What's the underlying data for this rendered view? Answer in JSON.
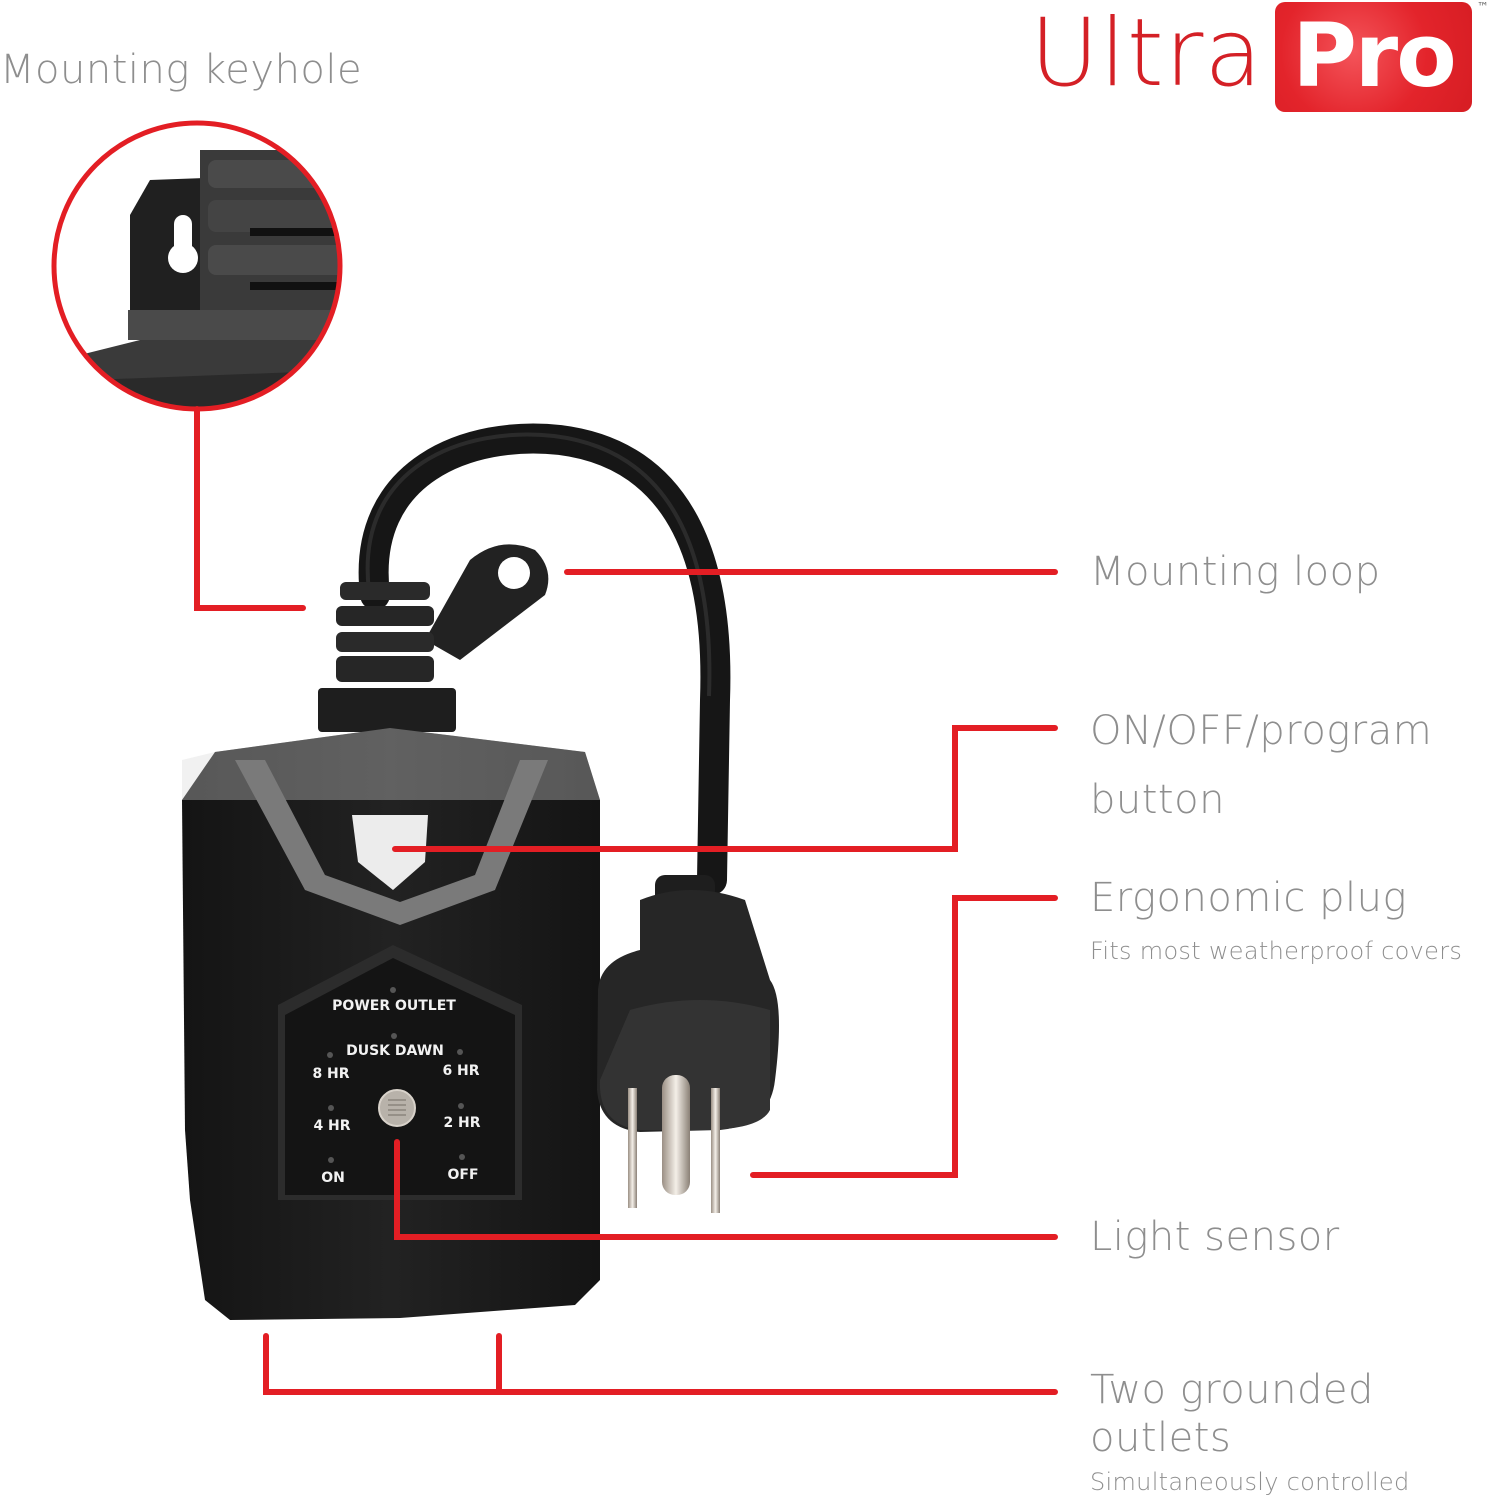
{
  "brand": {
    "name_light": "Ultra",
    "name_bold": "Pro",
    "trademark": "™",
    "color": "#d42026"
  },
  "callouts": {
    "mounting_keyhole": {
      "title": "Mounting keyhole"
    },
    "mounting_loop": {
      "title": "Mounting loop"
    },
    "program_button": {
      "title_line1": "ON/OFF/program",
      "title_line2": "button"
    },
    "ergonomic_plug": {
      "title": "Ergonomic plug",
      "subtitle": "Fits most weatherproof covers"
    },
    "light_sensor": {
      "title": "Light sensor"
    },
    "grounded_outlets": {
      "title_line1": "Two grounded",
      "title_line2": "outlets",
      "subtitle": "Simultaneously controlled"
    }
  },
  "device_panel": {
    "power_outlet": "POWER OUTLET",
    "dusk_dawn": "DUSK DAWN",
    "hr8": "8 HR",
    "hr6": "6 HR",
    "hr4": "4 HR",
    "hr2": "2 HR",
    "on": "ON",
    "off": "OFF"
  },
  "colors": {
    "callout_line": "#e31e24",
    "label_text": "#8e8e8e",
    "device_body": "#1c1c1c",
    "accent_chevron": "#7a7a7a"
  }
}
